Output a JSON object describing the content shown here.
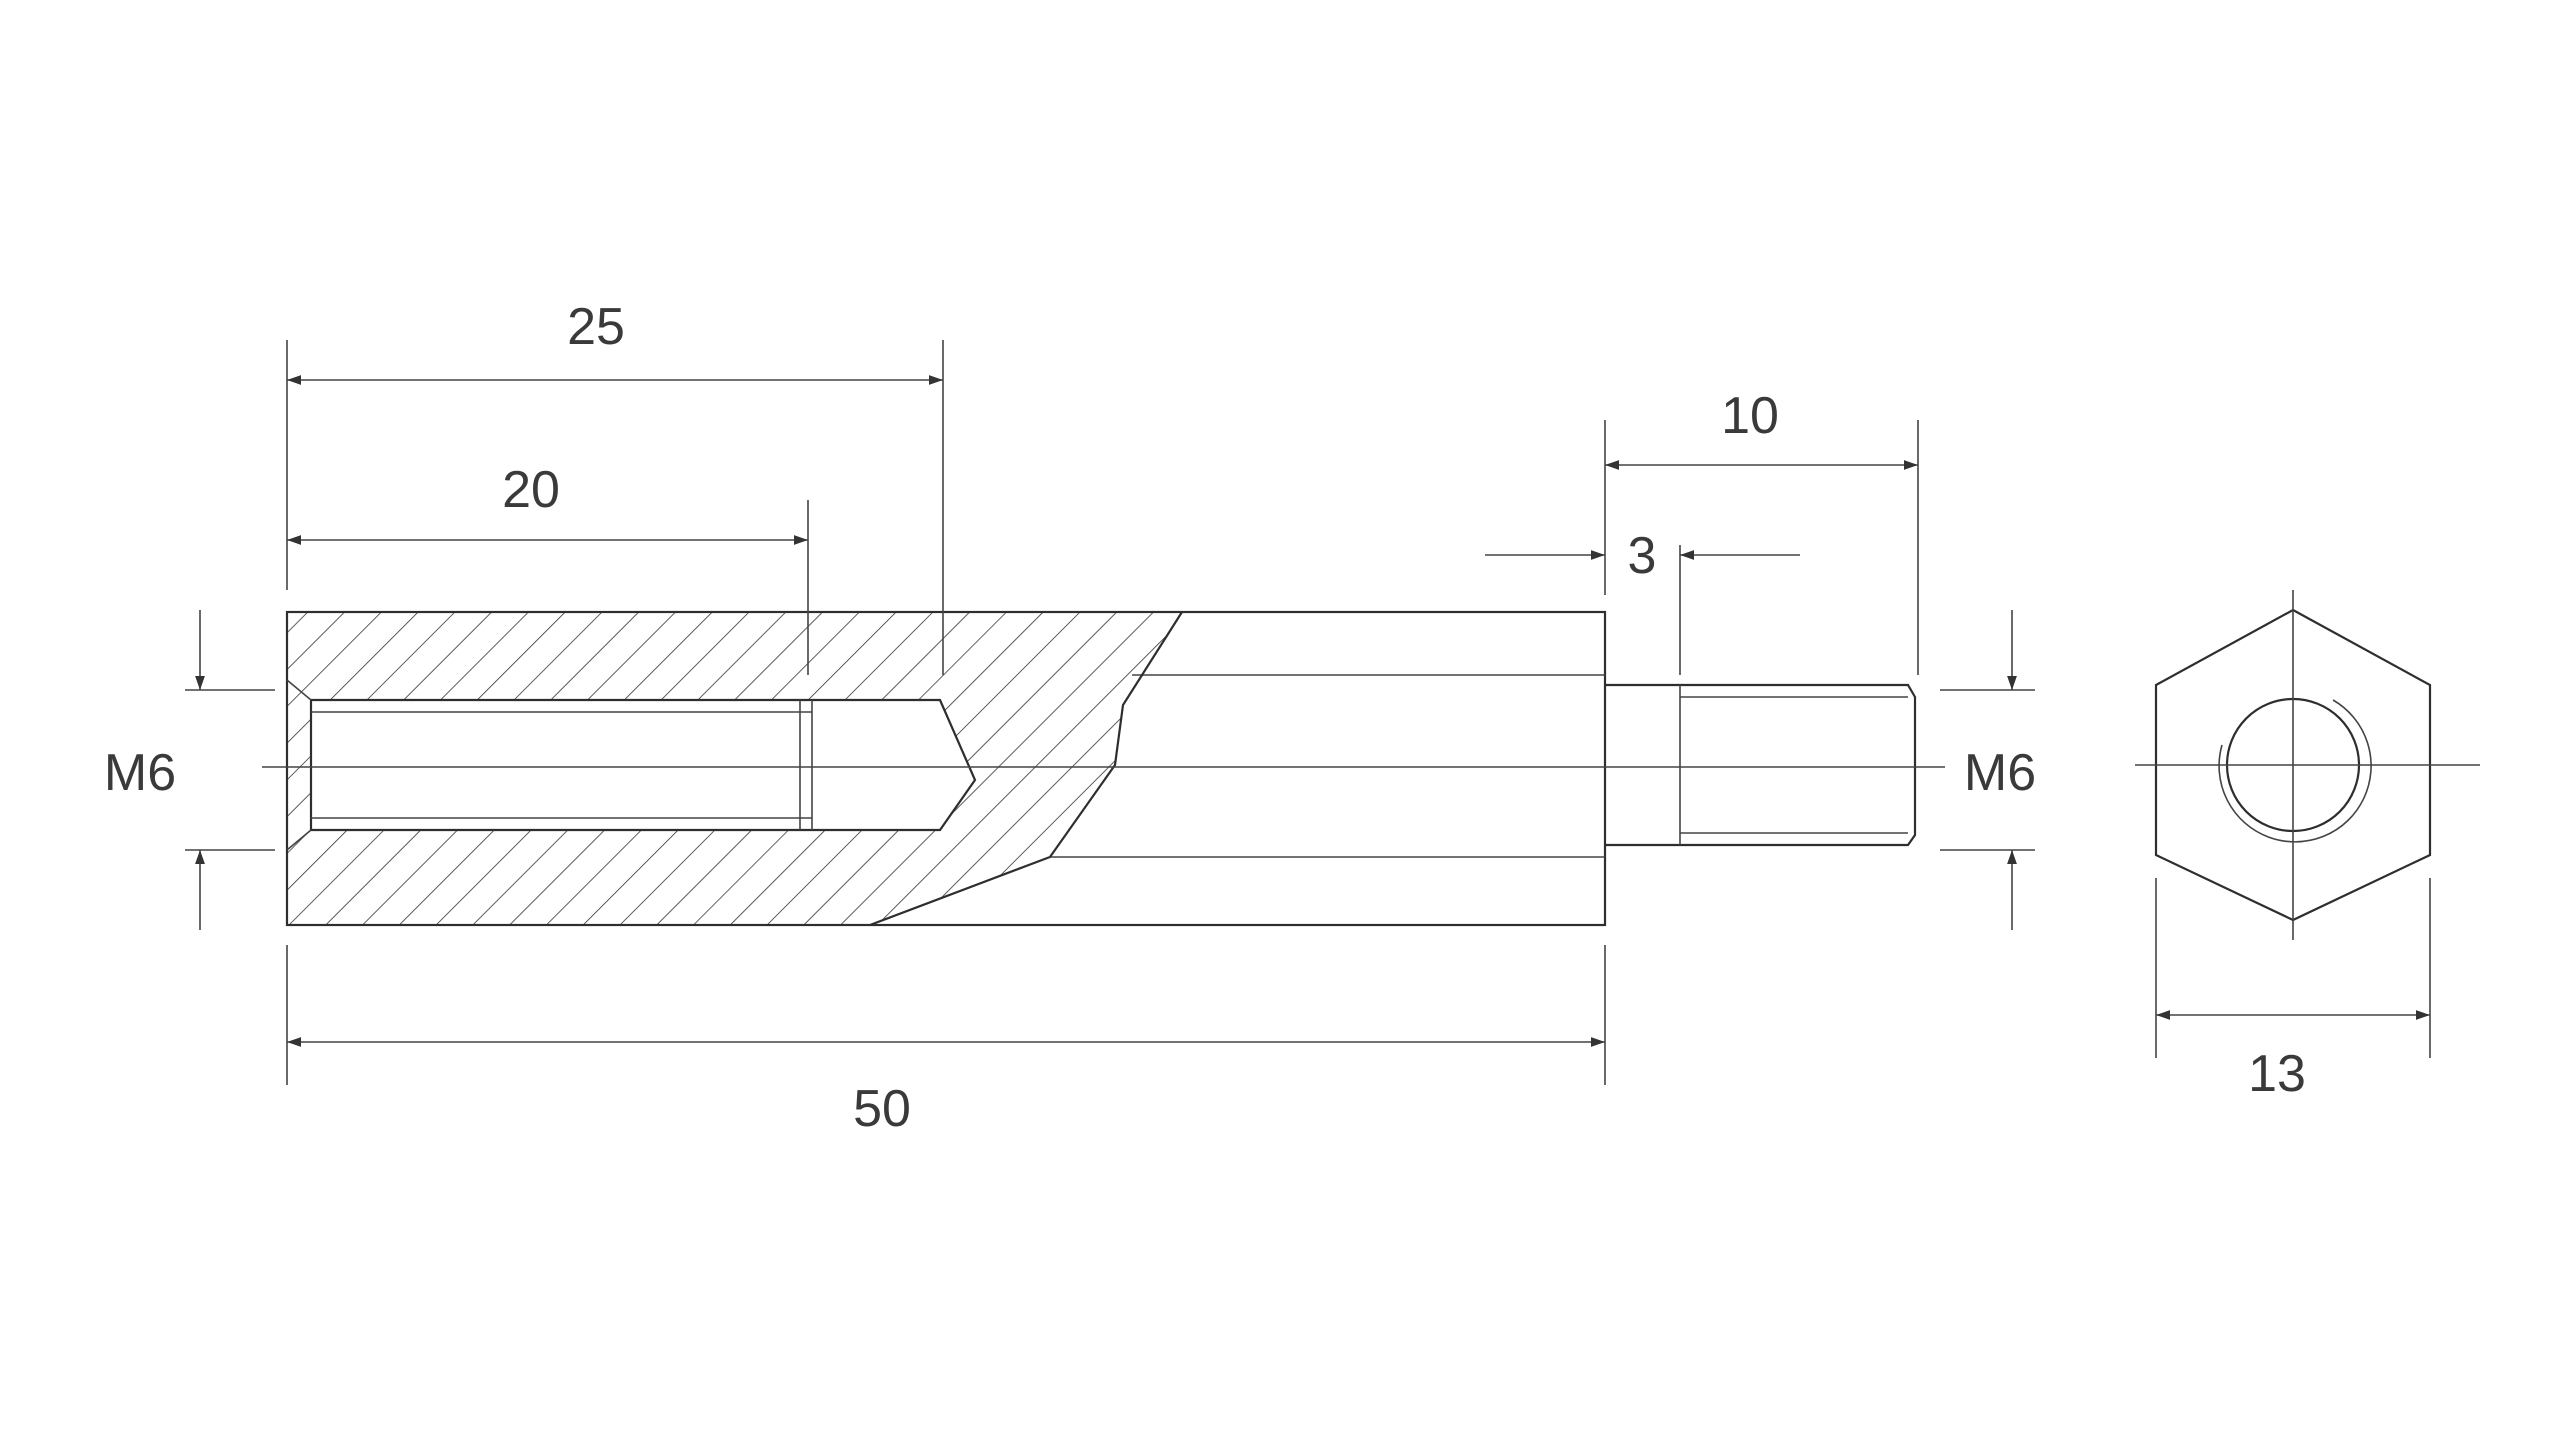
{
  "drawing": {
    "dimensions": {
      "blind_hole_depth": "25",
      "thread_depth": "20",
      "body_length": "50",
      "stud_length": "10",
      "stud_relief": "3",
      "hex_width": "13",
      "internal_thread": "M6",
      "external_thread": "M6"
    },
    "colors": {
      "line": "#2e2e2e",
      "text": "#3a3a3a",
      "background": "#ffffff"
    }
  }
}
